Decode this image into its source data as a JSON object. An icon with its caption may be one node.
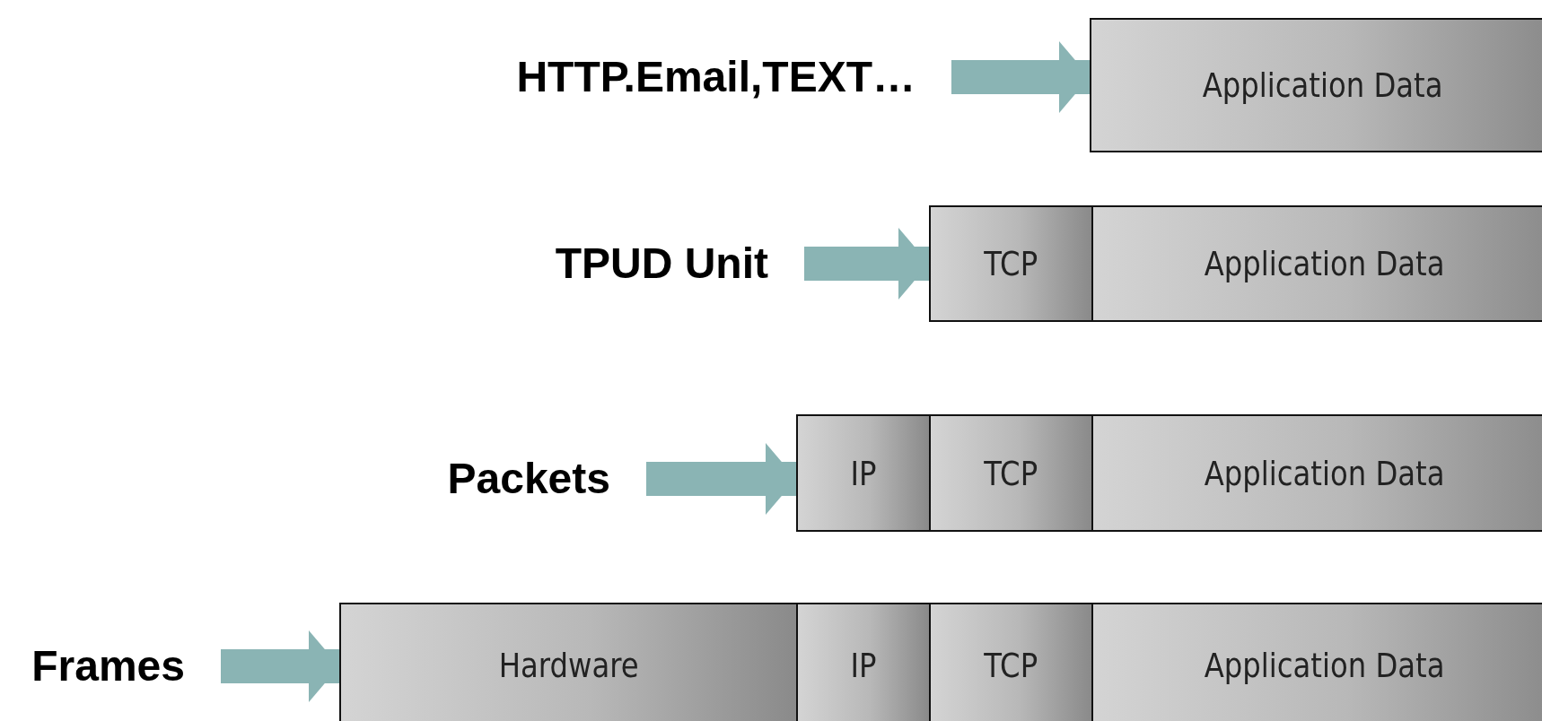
{
  "diagram": {
    "nodes": [
      {
        "text": [
          "HTTP.Email,TEXT…"
        ]
      },
      {
        "text": [
          "Application Data"
        ]
      },
      {
        "text": [
          "TPUD Unit"
        ]
      },
      {
        "text": [
          "TCP"
        ]
      },
      {
        "text": [
          "Application Data"
        ]
      },
      {
        "text": [
          "Packets"
        ]
      },
      {
        "text": [
          "IP"
        ]
      },
      {
        "text": [
          "TCP"
        ]
      },
      {
        "text": [
          "Application Data"
        ]
      },
      {
        "text": [
          "Frames"
        ]
      },
      {
        "text": [
          "Hardware"
        ]
      },
      {
        "text": [
          "IP"
        ]
      },
      {
        "text": [
          "TCP"
        ]
      },
      {
        "text": [
          "Application Data"
        ]
      }
    ],
    "edges": [
      {
        "from": 0,
        "to": 1,
        "arrow": "to"
      },
      {
        "from": 2,
        "to": 3,
        "arrow": "to"
      },
      {
        "from": 5,
        "to": 6,
        "arrow": "to"
      },
      {
        "from": 9,
        "to": 10,
        "arrow": "to"
      }
    ]
  }
}
